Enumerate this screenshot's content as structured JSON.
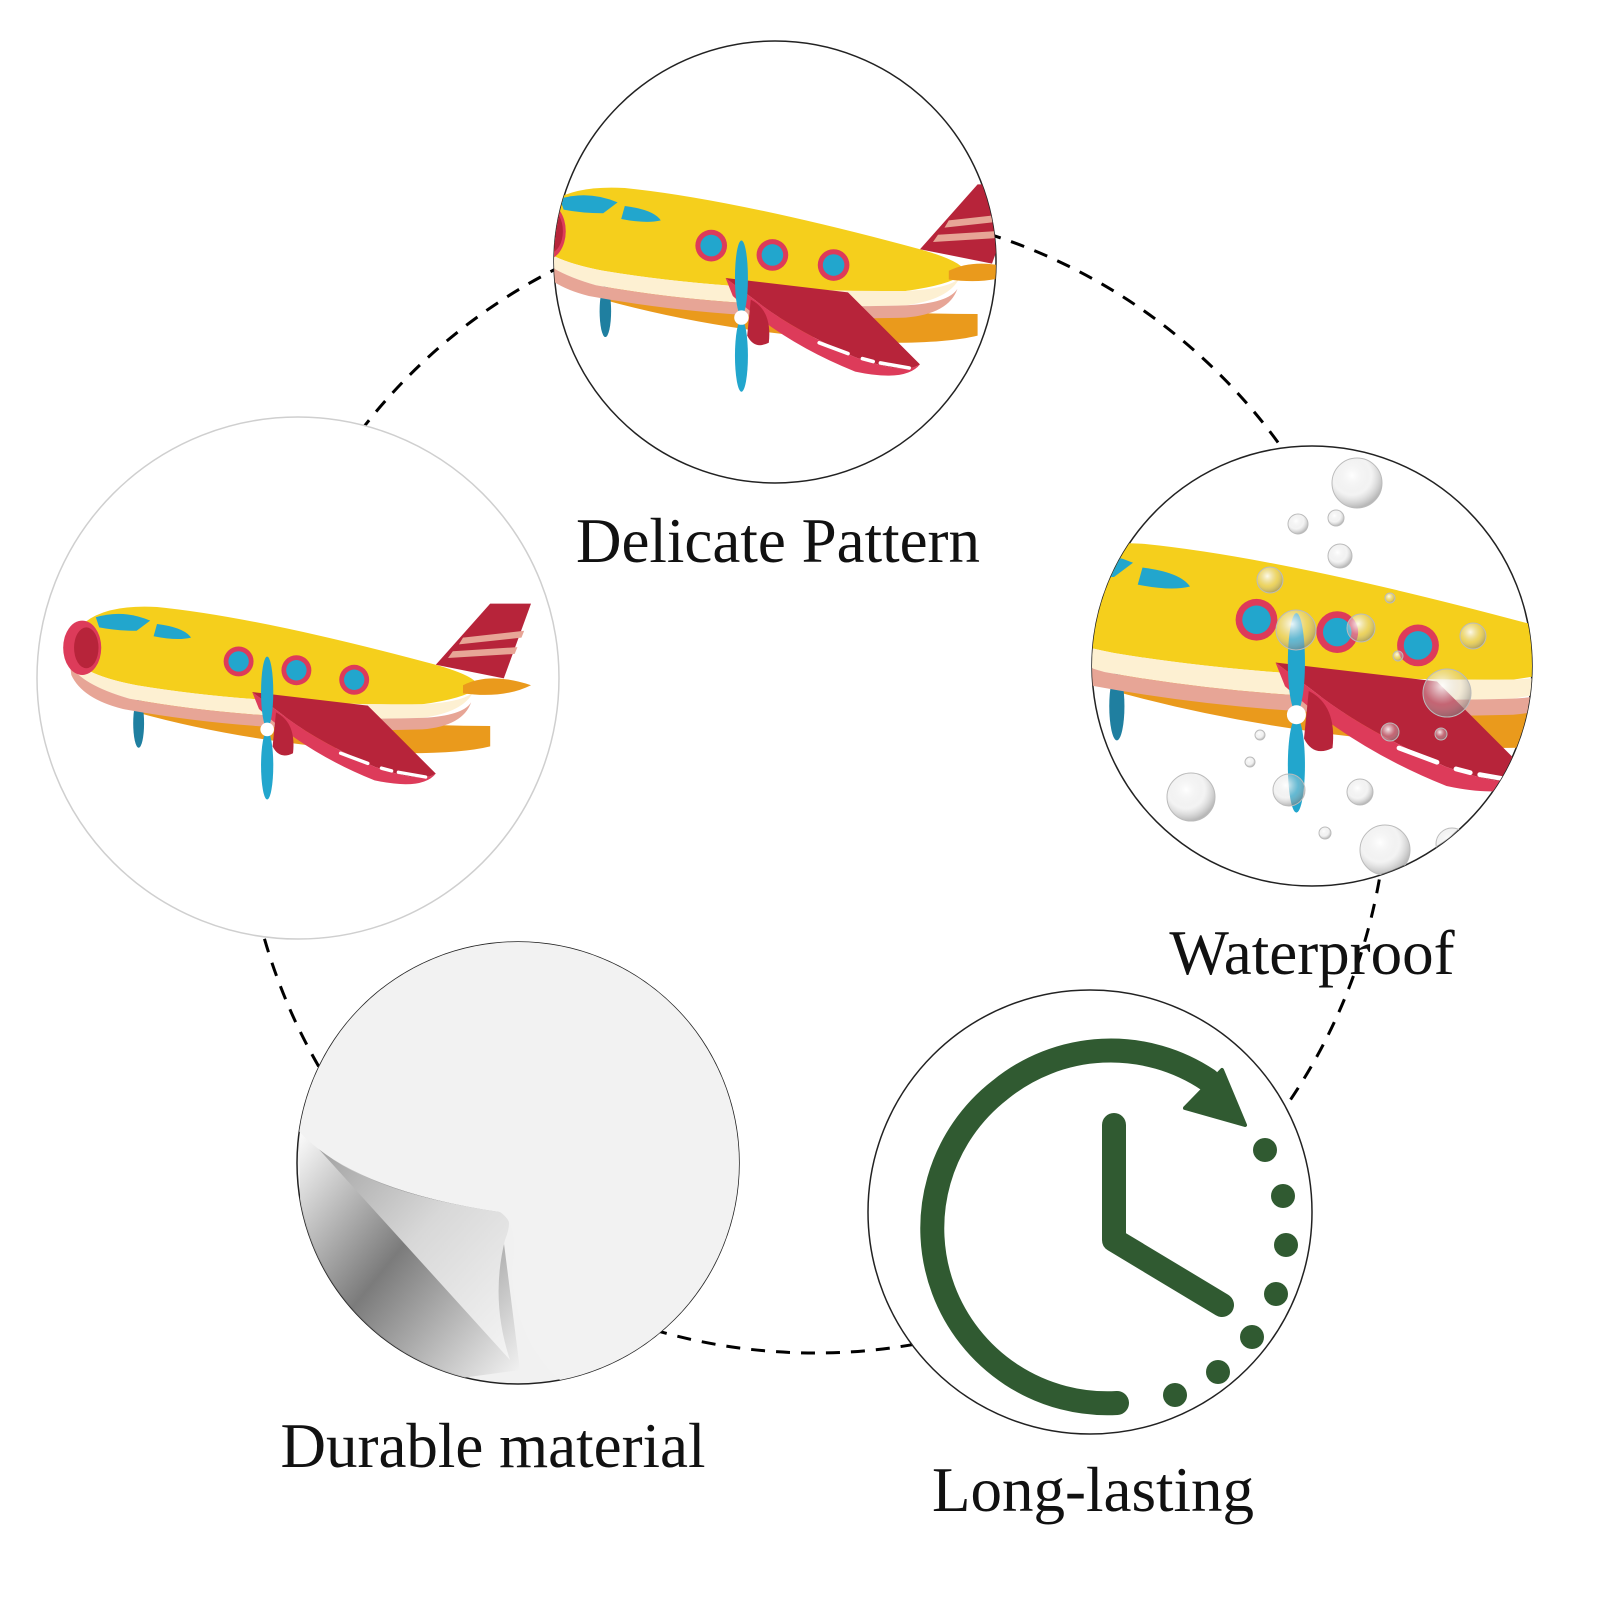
{
  "features": [
    {
      "id": "delicate-pattern",
      "label": "Delicate Pattern",
      "image": "airplane-sticker-icon"
    },
    {
      "id": "waterproof",
      "label": "Waterproof",
      "image": "airplane-with-water-droplets-icon"
    },
    {
      "id": "long-lasting",
      "label": "Long-lasting",
      "image": "clock-arrow-icon"
    },
    {
      "id": "durable-material",
      "label": "Durable material",
      "image": "peeling-sticker-icon"
    },
    {
      "id": "sample",
      "label": "",
      "image": "airplane-sticker-sample-icon"
    }
  ],
  "colors": {
    "plane_yellow": "#f5cf1c",
    "plane_red": "#b7243a",
    "plane_pink": "#dd3b5a",
    "plane_blue": "#22a6cd",
    "plane_cream": "#fdf0d2",
    "plane_salmon": "#e7a596",
    "plane_orange": "#ea9a1c",
    "clock_green": "#305a31",
    "sticker_gray": "#f1f1f1",
    "dash": "#000000"
  }
}
